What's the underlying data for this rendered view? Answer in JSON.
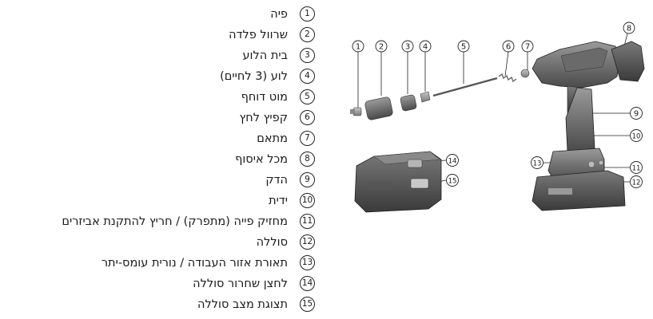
{
  "legend": {
    "items": [
      {
        "num": "1",
        "label": "פיה"
      },
      {
        "num": "2",
        "label": "שרוול פלדה"
      },
      {
        "num": "3",
        "label": "בית הלוע"
      },
      {
        "num": "4",
        "label": "לוע (3 לחיים)"
      },
      {
        "num": "5",
        "label": "מוט דוחף"
      },
      {
        "num": "6",
        "label": "קפיץ לחץ"
      },
      {
        "num": "7",
        "label": "מתאם"
      },
      {
        "num": "8",
        "label": "מכל איסוף"
      },
      {
        "num": "9",
        "label": "הדק"
      },
      {
        "num": "10",
        "label": "ידית"
      },
      {
        "num": "11",
        "label": "מחזיק פייה (מתפרק) / חריץ להתקנת אביזרים"
      },
      {
        "num": "12",
        "label": "סוללה"
      },
      {
        "num": "13",
        "label": "תאורת אזור העבודה / נורית עומס-יתר"
      },
      {
        "num": "14",
        "label": "לחצן שחרור סוללה"
      },
      {
        "num": "15",
        "label": "תצוגת מצב סוללה"
      }
    ]
  },
  "illustration": {
    "callouts": [
      "1",
      "2",
      "3",
      "4",
      "5",
      "6",
      "7",
      "8",
      "9",
      "10",
      "11",
      "12",
      "13",
      "14",
      "15"
    ]
  }
}
